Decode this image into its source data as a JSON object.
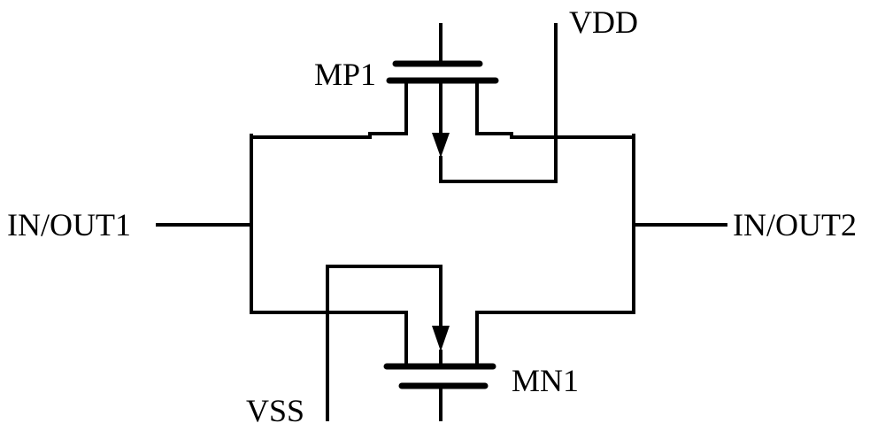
{
  "labels": {
    "vdd": "VDD",
    "vss": "VSS",
    "mp1": "MP1",
    "mn1": "MN1",
    "in_out1": "IN/OUT1",
    "in_out2": "IN/OUT2"
  },
  "colors": {
    "line": "#000000",
    "background": "#ffffff"
  }
}
